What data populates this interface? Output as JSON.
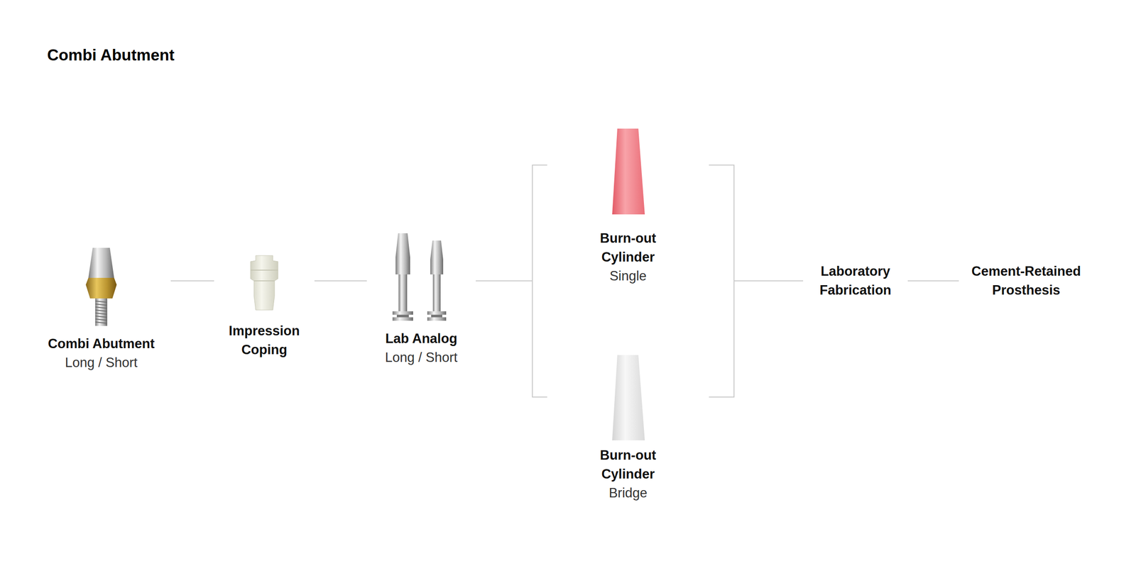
{
  "diagram": {
    "title": "Combi Abutment",
    "nodes": [
      {
        "text": [
          "Combi Abutment",
          "Long / Short"
        ]
      },
      {
        "text": [
          "Impression Coping"
        ]
      },
      {
        "text": [
          "Lab Analog",
          "Long / Short"
        ]
      },
      {
        "text": [
          "Burn-out Cylinder",
          "Single"
        ]
      },
      {
        "text": [
          "Burn-out Cylinder",
          "Bridge"
        ]
      },
      {
        "text": [
          "Laboratory Fabrication"
        ]
      },
      {
        "text": [
          "Cement-Retained Prosthesis"
        ]
      }
    ],
    "edges": [
      {
        "from": 0,
        "to": 1,
        "arrow": "none"
      },
      {
        "from": 1,
        "to": 2,
        "arrow": "none"
      },
      {
        "from": 2,
        "to": 3,
        "arrow": "none"
      },
      {
        "from": 2,
        "to": 4,
        "arrow": "none"
      },
      {
        "from": 3,
        "to": 5,
        "arrow": "none"
      },
      {
        "from": 4,
        "to": 5,
        "arrow": "none"
      },
      {
        "from": 5,
        "to": 6,
        "arrow": "none"
      }
    ]
  }
}
